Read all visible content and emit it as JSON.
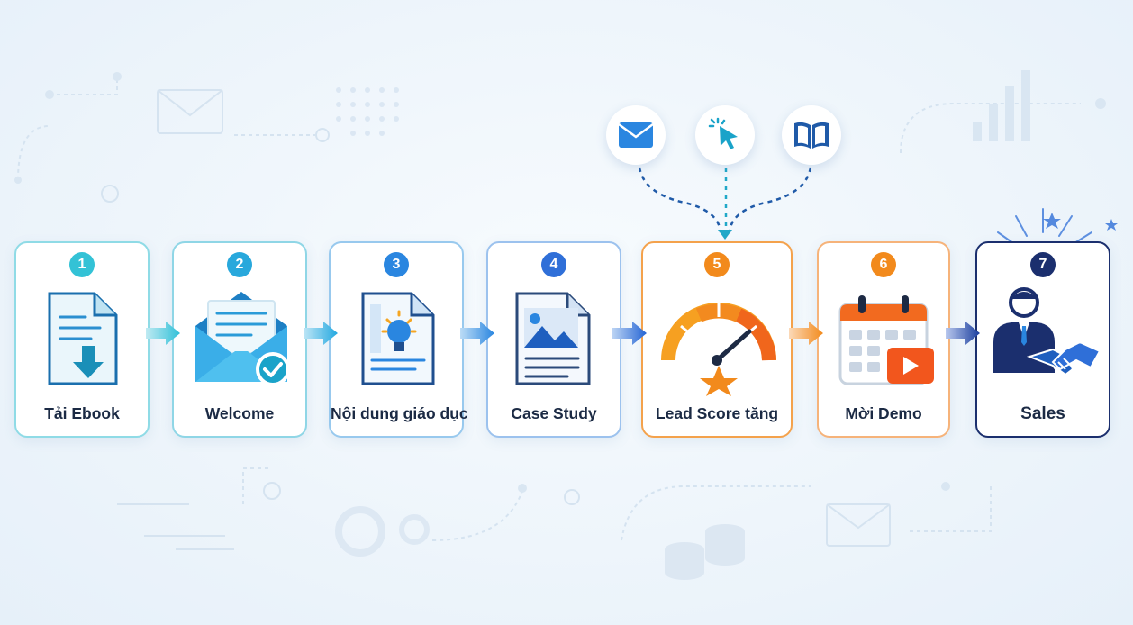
{
  "colors": {
    "teal": "#33c2d6",
    "cyan": "#28a8dc",
    "blue": "#2a86e0",
    "royal": "#2f6fd8",
    "orange": "#f28a1c",
    "navy": "#1b2f6e"
  },
  "steps": [
    {
      "num": "1",
      "label": "Tải Ebook",
      "icon": "ebook-download-icon"
    },
    {
      "num": "2",
      "label": "Welcome",
      "icon": "welcome-email-icon"
    },
    {
      "num": "3",
      "label": "Nội dung giáo dục",
      "icon": "education-content-icon"
    },
    {
      "num": "4",
      "label": "Case Study",
      "icon": "case-study-icon"
    },
    {
      "num": "5",
      "label": "Lead Score tăng",
      "icon": "lead-score-gauge-icon"
    },
    {
      "num": "6",
      "label": "Mời Demo",
      "icon": "demo-calendar-icon"
    },
    {
      "num": "7",
      "label": "Sales",
      "icon": "sales-handshake-icon"
    }
  ],
  "signals": [
    {
      "icon": "email-signal-icon"
    },
    {
      "icon": "click-signal-icon"
    },
    {
      "icon": "read-signal-icon"
    }
  ]
}
